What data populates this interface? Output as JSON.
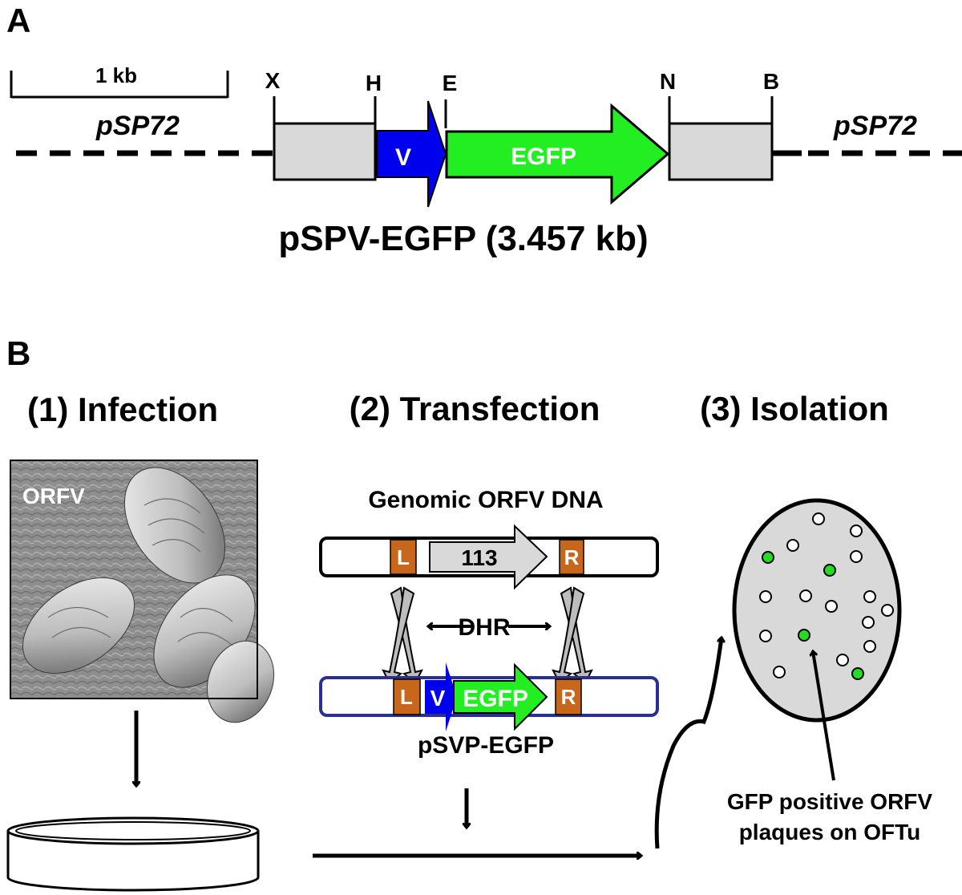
{
  "panel_a": {
    "label": "A",
    "scale_bar": "1 kb",
    "vector_left": "pSP72",
    "vector_right": "pSP72",
    "sites": {
      "x": "X",
      "h": "H",
      "e": "E",
      "n": "N",
      "b": "B"
    },
    "promoter": "V",
    "gene": "EGFP",
    "construct": "pSPV-EGFP (3.457 kb)"
  },
  "panel_b": {
    "label": "B",
    "step1": "(1) Infection",
    "step2": "(2) Transfection",
    "step3": "(3) Isolation",
    "virus_label": "ORFV",
    "genomic_title": "Genomic ORFV DNA",
    "left_arm": "L",
    "right_arm": "R",
    "target_gene": "113",
    "dhr": "DHR",
    "promoter": "V",
    "gene": "EGFP",
    "plasmid": "pSVP-EGFP",
    "result_line1": "GFP positive ORFV",
    "result_line2": "plaques on OFTu"
  },
  "colors": {
    "promoter_blue": "#0000ee",
    "egfp_green": "#22ee22",
    "homology_orange": "#c8661b",
    "flank_gray": "#d9d9d9",
    "plasmid_outline": "#2b2f8f",
    "plaque_green": "#22dd22"
  },
  "icons": [
    "petri-dish-icon",
    "virus-micrograph",
    "recombination-cross-icon"
  ]
}
